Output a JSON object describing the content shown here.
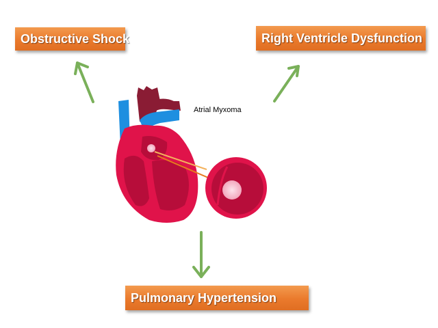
{
  "labels": {
    "obstructive_shock": "Obstructive Shock",
    "right_ventricle_dysfunction": "Right Ventricle Dysfunction",
    "pulmonary_hypertension": "Pulmonary Hypertension",
    "atrial_myxoma": "Atrial Myxoma"
  },
  "colors": {
    "box_orange": "#ea7a2c",
    "arrow_green": "#7ab05a",
    "heart_red": "#e0134a",
    "heart_dark": "#b70d3a",
    "vessel_blue": "#1e8fe0",
    "vessel_maroon": "#8a1c34",
    "tumor_pink": "#f5b6c8"
  },
  "icons": [
    "heart-illustration",
    "arrow-up-left-icon",
    "arrow-up-right-icon",
    "arrow-down-icon",
    "magnifier-circle"
  ]
}
